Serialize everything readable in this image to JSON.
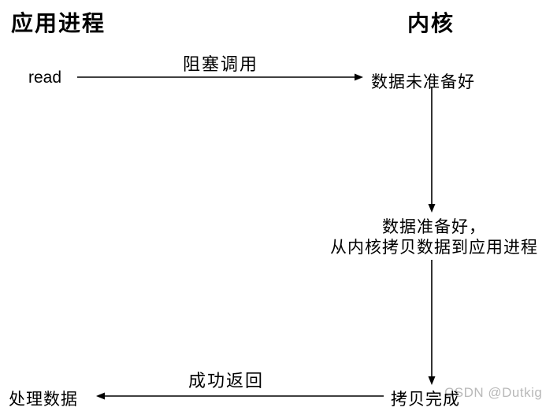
{
  "diagram": {
    "columns": {
      "left_header": "应用进程",
      "right_header": "内核"
    },
    "nodes": {
      "read": "read",
      "data_not_ready": "数据未准备好",
      "data_ready_line1": "数据准备好，",
      "data_ready_line2": "从内核拷贝数据到应用进程",
      "copy_done": "拷贝完成",
      "process_data": "处理数据"
    },
    "edges": {
      "blocking_call_label": "阻塞调用",
      "success_return_label": "成功返回"
    },
    "watermark": "CSDN @Dutkig",
    "colors": {
      "text": "#000000",
      "arrow": "#000000",
      "watermark": "#b9b9b9",
      "background": "#ffffff"
    }
  }
}
